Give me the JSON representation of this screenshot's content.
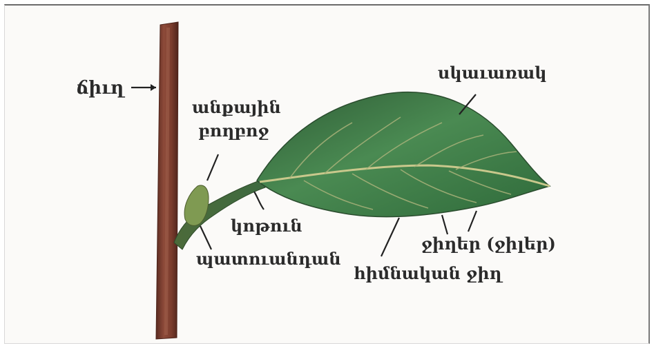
{
  "labels": {
    "stem": "ճիւղ",
    "axillary_bud_line1": "անքային",
    "axillary_bud_line2": "բողբոջ",
    "leaf_blade": "սկաւառակ",
    "petiole": "կոթուն",
    "leaf_base": "պատուանդան",
    "veins": "ջիղեր (ջիլեր)",
    "main_vein": "հիմնական ջիղ"
  },
  "colors": {
    "stem": "#7b3d2e",
    "leaf": "#3f7a47",
    "text": "#2b2b2b",
    "line": "#222222"
  }
}
